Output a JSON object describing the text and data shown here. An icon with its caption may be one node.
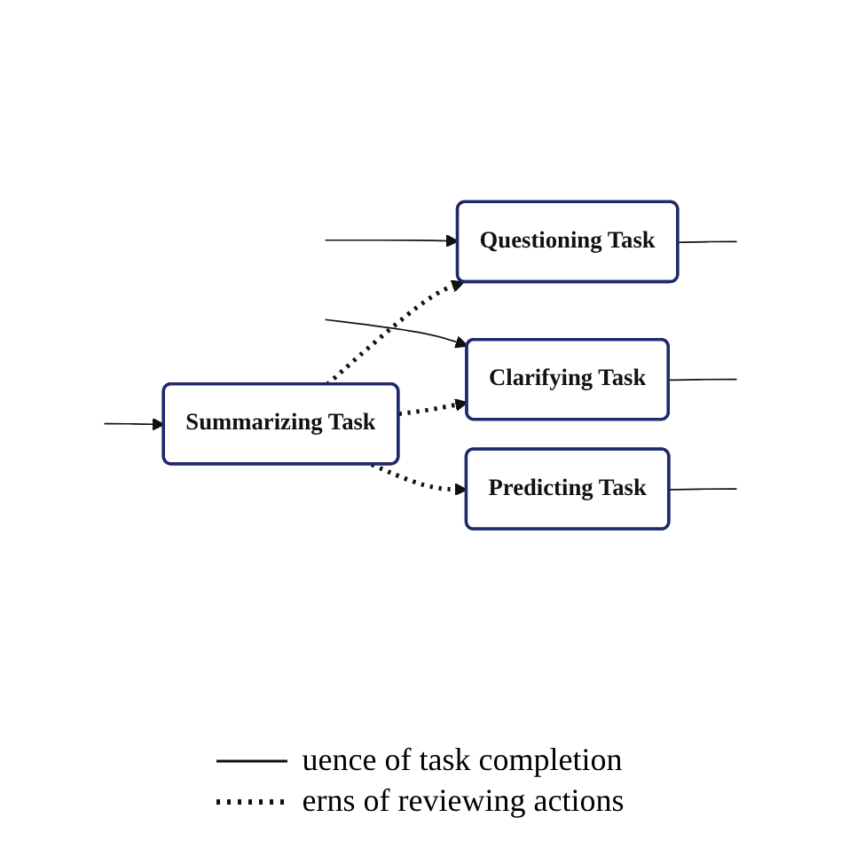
{
  "diagram": {
    "nodes": [
      {
        "text": [
          "Predicting Task"
        ]
      },
      {
        "text": [
          "Clarifying Task"
        ]
      },
      {
        "text": [
          "Questioning Task"
        ]
      },
      {
        "text": [
          "Summarizing Task"
        ]
      }
    ],
    "edges": [
      {
        "from": 0,
        "to": null,
        "arrow": "none"
      },
      {
        "from": null,
        "to": 1,
        "arrow": "to"
      },
      {
        "from": 1,
        "to": null,
        "arrow": "none"
      },
      {
        "from": null,
        "to": 2,
        "arrow": "to"
      },
      {
        "from": 2,
        "to": null,
        "arrow": "none"
      },
      {
        "from": null,
        "to": 3,
        "arrow": "to"
      },
      {
        "from": 3,
        "to": 2,
        "arrow": "to",
        "style": "dashed"
      },
      {
        "from": 3,
        "to": 1,
        "arrow": "to",
        "style": "dashed"
      },
      {
        "from": 3,
        "to": 0,
        "arrow": "to",
        "style": "dashed"
      }
    ],
    "legend": [
      {
        "text": "uence of task completion"
      },
      {
        "text": "erns of reviewing actions"
      }
    ]
  }
}
